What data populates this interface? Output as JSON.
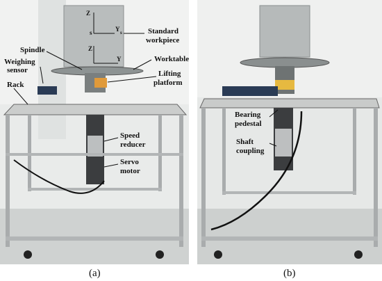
{
  "panel_a": {
    "caption": "(a)",
    "labels": {
      "standard_workpiece_1": "Standard",
      "standard_workpiece_2": "workpiece",
      "spindle": "Spindle",
      "worktable": "Worktable",
      "weighing_sensor_1": "Weighing",
      "weighing_sensor_2": "sensor",
      "lifting_platform_1": "Lifting",
      "lifting_platform_2": "platform",
      "rack": "Rack",
      "speed_reducer_1": "Speed",
      "speed_reducer_2": "reducer",
      "servo_motor_1": "Servo",
      "servo_motor_2": "motor"
    },
    "axes": {
      "z_upper": "Z",
      "s_upper": "s",
      "y_upper": "Y",
      "s_sub": "s",
      "z_lower": "Z",
      "y_lower": "Y"
    }
  },
  "panel_b": {
    "caption": "(b)",
    "labels": {
      "bearing_pedestal_1": "Bearing",
      "bearing_pedestal_2": "pedestal",
      "shaft_coupling_1": "Shaft",
      "shaft_coupling_2": "coupling"
    }
  }
}
